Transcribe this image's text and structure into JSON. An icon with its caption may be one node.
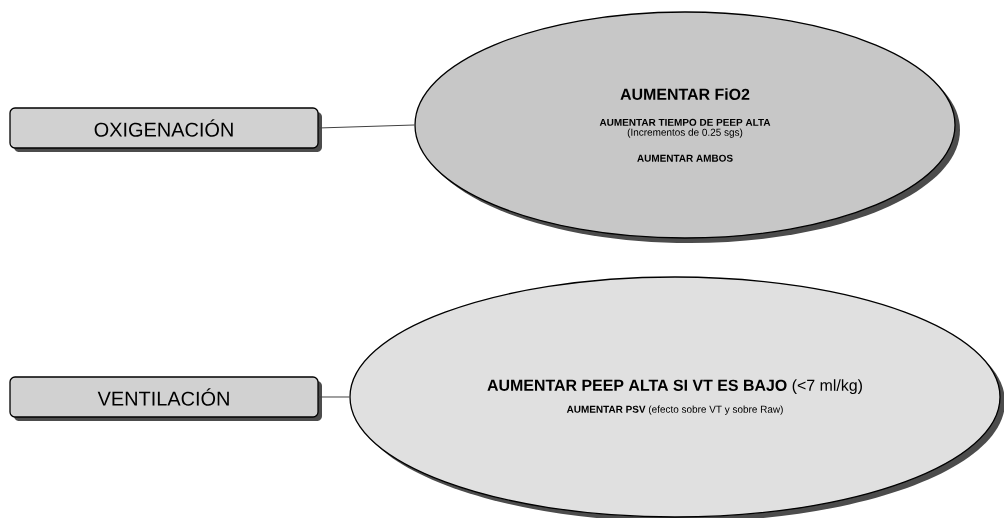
{
  "diagram": {
    "nodes": [
      {
        "text": [
          "OXIGENACIÓN"
        ]
      },
      {
        "text": [
          "AUMENTAR FiO2",
          "AUMENTAR TIEMPO DE PEEP ALTA",
          "(Incrementos de 0.25 sgs)",
          "AUMENTAR AMBOS"
        ]
      },
      {
        "text": [
          "VENTILACIÓN"
        ]
      },
      {
        "text": [
          "**AUMENTAR PEEP ALTA SI VT ES BAJO** (<7 ml/kg)",
          "**AUMENTAR PSV** (efecto sobre VT y sobre Raw)"
        ]
      }
    ],
    "edges": [
      {
        "from": 0,
        "to": 1,
        "arrow": "none"
      },
      {
        "from": 2,
        "to": 3,
        "arrow": "none"
      }
    ]
  }
}
